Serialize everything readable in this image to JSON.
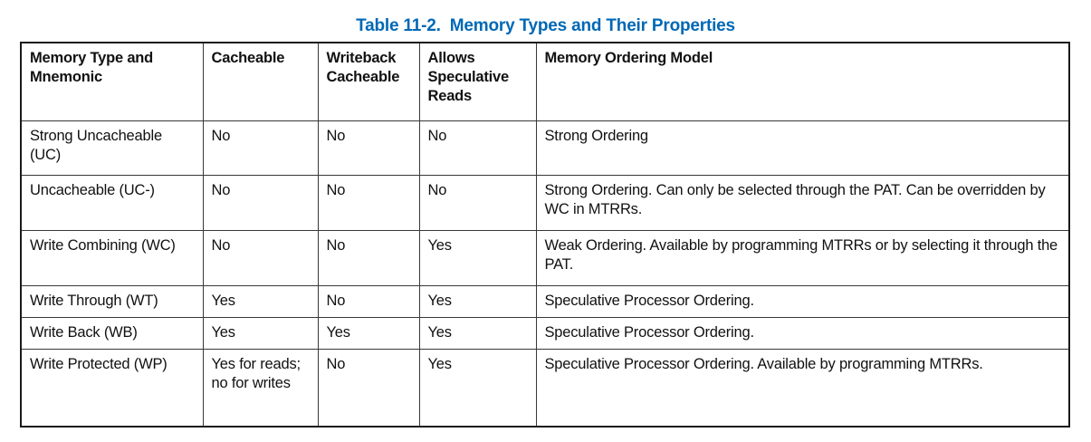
{
  "page": {
    "title": "Table 11-2.  Memory Types and Their Properties"
  },
  "colors": {
    "title_blue": "#0068b5",
    "table_border": "#333333",
    "text": "#111111",
    "background": "#ffffff"
  },
  "table": {
    "columns": [
      {
        "label": "Memory Type and Mnemonic"
      },
      {
        "label": "Cacheable"
      },
      {
        "label": "Writeback Cacheable"
      },
      {
        "label": "Allows Speculative Reads"
      },
      {
        "label": "Memory Ordering Model"
      }
    ],
    "rows": [
      [
        "Strong Uncacheable (UC)",
        "No",
        "No",
        "No",
        "Strong Ordering"
      ],
      [
        "Uncacheable (UC-)",
        "No",
        "No",
        "No",
        "Strong Ordering. Can only be selected through the PAT. Can be overridden by WC in MTRRs."
      ],
      [
        "Write Combining (WC)",
        "No",
        "No",
        "Yes",
        "Weak Ordering. Available by programming MTRRs or by selecting it through the PAT."
      ],
      [
        "Write Through (WT)",
        "Yes",
        "No",
        "Yes",
        "Speculative Processor Ordering."
      ],
      [
        "Write Back (WB)",
        "Yes",
        "Yes",
        "Yes",
        "Speculative Processor Ordering."
      ],
      [
        "Write Protected (WP)",
        "Yes for reads; no for writes",
        "No",
        "Yes",
        "Speculative Processor Ordering. Available by programming MTRRs."
      ]
    ]
  }
}
